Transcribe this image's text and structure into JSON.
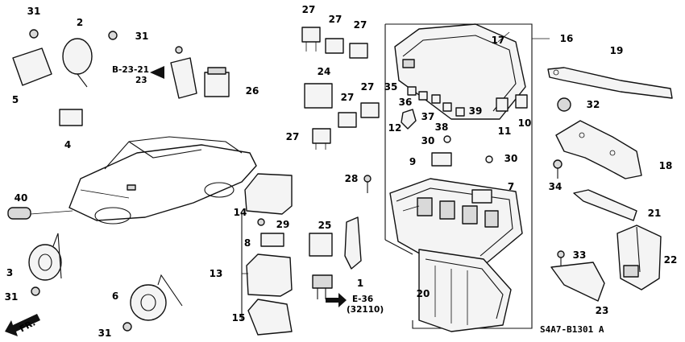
{
  "callouts": {
    "c1": "1",
    "c2": "2",
    "c3": "3",
    "c4": "4",
    "c5": "5",
    "c6": "6",
    "c7": "7",
    "c8": "8",
    "c9": "9",
    "c10": "10",
    "c11": "11",
    "c12": "12",
    "c13": "13",
    "c14": "14",
    "c15": "15",
    "c16": "16",
    "c17": "17",
    "c18": "18",
    "c19": "19",
    "c20": "20",
    "c21": "21",
    "c22": "22",
    "c23": "23",
    "c24": "24",
    "c25": "25",
    "c26": "26",
    "c27": "27",
    "c28": "28",
    "c29": "29",
    "c30": "30",
    "c31": "31",
    "c32": "32",
    "c33": "33",
    "c34": "34",
    "c35": "35",
    "c36": "36",
    "c37": "37",
    "c38": "38",
    "c39": "39",
    "c40": "40"
  },
  "refs": {
    "b23_main": "B-23-21",
    "b23_sub": "23",
    "e36_main": "E-36",
    "e36_sub": "(32110)"
  },
  "orientation": "FR.",
  "diagram_code": "S4A7-B1301 A"
}
